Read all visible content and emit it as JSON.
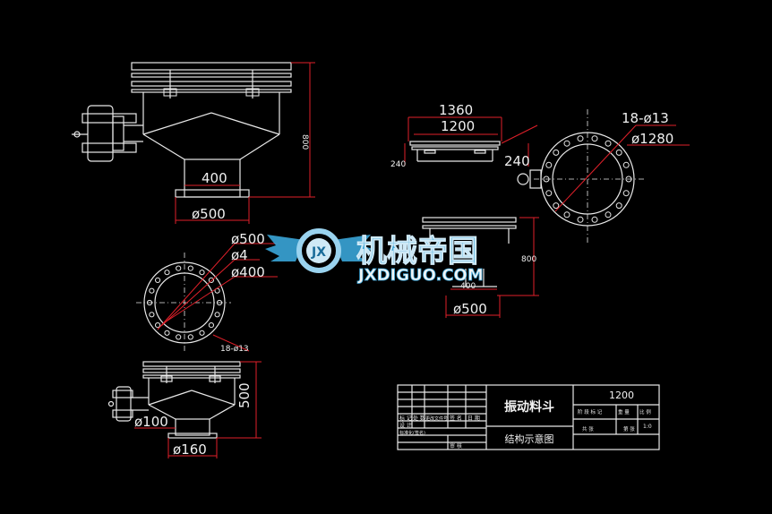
{
  "drawing": {
    "view1": {
      "width_dim": "400",
      "base_dim": "ø500",
      "height_dim": "800"
    },
    "view2": {
      "overall_dim": "1360",
      "inner_dim": "1200",
      "left_dim": "240",
      "right_dim": "240"
    },
    "view3": {
      "holes_dim": "18-ø13",
      "dia_dim": "ø1280"
    },
    "view4": {
      "dia_outer": "ø500",
      "dia_mid": "ø4",
      "dia_inner": "ø400",
      "holes_dim": "18-ø13"
    },
    "view5": {
      "base_dim": "ø500",
      "width_dim": "400",
      "height_dim": "800"
    },
    "view6": {
      "top_dim": "ø100",
      "base_dim": "ø160",
      "height_dim": "500"
    }
  },
  "watermark": {
    "title": "机械帝国",
    "site": "JXDIGUO.COM",
    "emblem": "JX"
  },
  "title_block": {
    "name": "振动料斗",
    "subtitle": "结构示意图",
    "spec": "1200",
    "scale": "1:0",
    "c1": "标 记",
    "c2": "处 数",
    "c3": "更改文件号",
    "c4": "签 名",
    "c5": "日 期",
    "c6": "设 计",
    "c7": "标准化(签名)",
    "c8": "阶 段 标 记",
    "c9": "重 量",
    "c10": "比 例",
    "c11": "共 张",
    "c12": "第 张",
    "c13": "审 核"
  },
  "colors": {
    "line": "#e8e8e8",
    "dimension": "#e0202a",
    "watermark_blue": "#3aa5d8",
    "background": "#000000"
  }
}
